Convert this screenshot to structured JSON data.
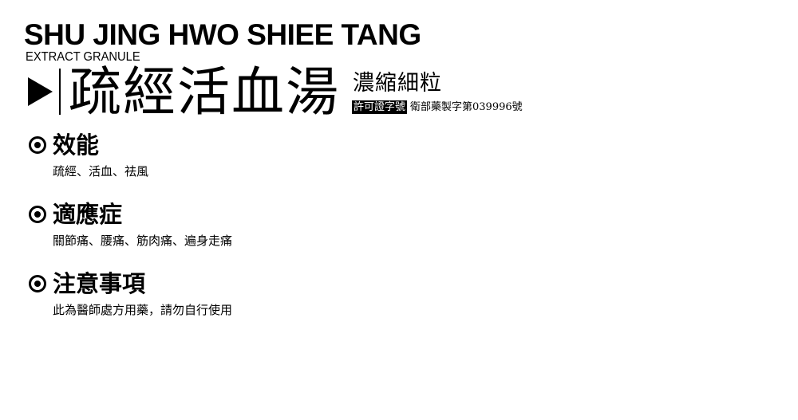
{
  "header": {
    "english_name": "SHU JING HWO SHIEE TANG",
    "english_subtitle": "EXTRACT GRANULE",
    "chinese_name": "疏經活血湯",
    "chinese_subtitle": "濃縮細粒",
    "license_label": "許可證字號",
    "license_number": "衛部藥製字第039996號"
  },
  "sections": [
    {
      "title": "效能",
      "body": "疏經、活血、祛風"
    },
    {
      "title": "適應症",
      "body": "關節痛、腰痛、筋肉痛、遍身走痛"
    },
    {
      "title": "注意事項",
      "body": "此為醫師處方用藥，請勿自行使用"
    }
  ]
}
